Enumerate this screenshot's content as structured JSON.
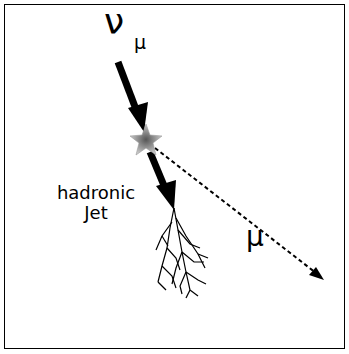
{
  "diagram": {
    "labels": [
      "ν",
      "μ",
      "hadronic Jet",
      "μ"
    ]
  }
}
